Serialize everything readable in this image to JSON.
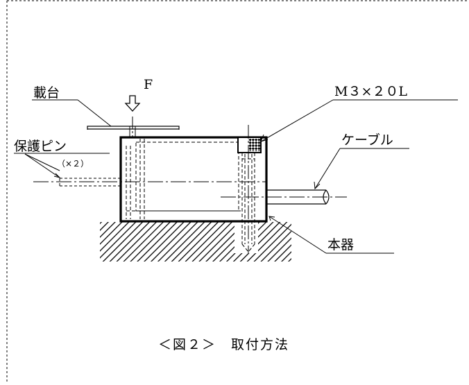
{
  "labels": {
    "force": "F",
    "platform": "載台",
    "screw": "M３×２０L",
    "protect_pin": "保護ピン",
    "protect_pin_qty": "（×２）",
    "cable": "ケーブル",
    "device": "本器"
  },
  "caption": "＜図２＞　取付方法"
}
